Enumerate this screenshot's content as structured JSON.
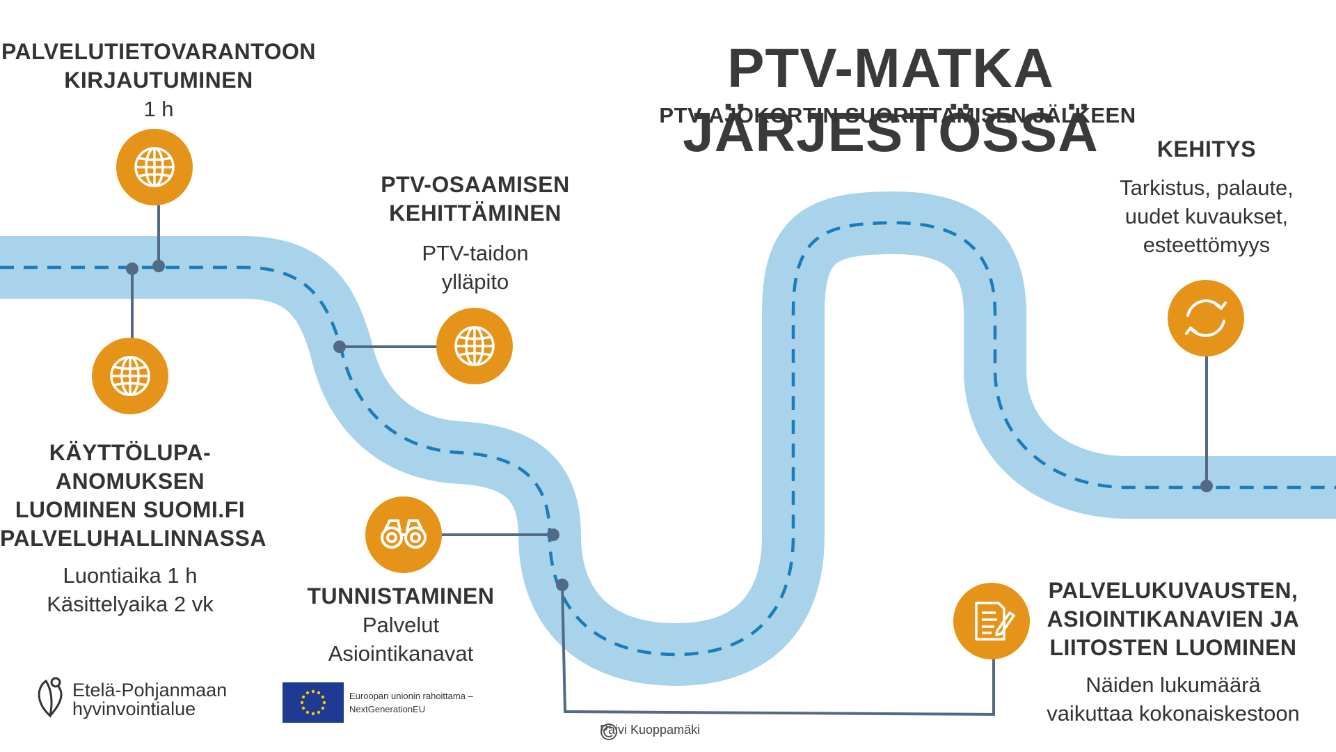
{
  "title": "PTV-MATKA JÄRJESTÖSSÄ",
  "subtitle": "PTV-AJOKORTIN SUORITTAMISEN JÄLKEEN",
  "milestones": {
    "login": {
      "heading": [
        "PALVELUTIETOVARANTOON",
        "KIRJAUTUMINEN"
      ],
      "body": [
        "1 h"
      ],
      "icon": "globe-icon"
    },
    "permit": {
      "heading": [
        "KÄYTTÖLUPA-",
        "ANOMUKSEN",
        "LUOMINEN SUOMI.FI",
        "PALVELUHALLINNASSA"
      ],
      "body": [
        "Luontiaika 1 h",
        "Käsittelyaika 2 vk"
      ],
      "icon": "globe-icon"
    },
    "skills": {
      "heading": [
        "PTV-OSAAMISEN",
        "KEHITTÄMINEN"
      ],
      "body": [
        "PTV-taidon",
        "ylläpito"
      ],
      "icon": "globe-icon"
    },
    "identify": {
      "heading": [
        "TUNNISTAMINEN"
      ],
      "body": [
        "Palvelut",
        "Asiointikanavat"
      ],
      "icon": "binoculars-icon"
    },
    "create": {
      "heading": [
        "PALVELUKUVAUSTEN,",
        "ASIOINTIKANAVIEN JA",
        "LIITOSTEN LUOMINEN"
      ],
      "body": [
        "Näiden lukumäärä",
        "vaikuttaa kokonaiskestoon"
      ],
      "icon": "document-edit-icon"
    },
    "develop": {
      "heading": [
        "KEHITYS"
      ],
      "body": [
        "Tarkistus, palaute,",
        "uudet kuvaukset,",
        "esteettömyys"
      ],
      "icon": "refresh-cycle-icon"
    }
  },
  "logos": {
    "ep_line1": "Etelä-Pohjanmaan",
    "ep_line2": "hyvinvointialue",
    "eu_line1": "Euroopan unionin rahoittama –",
    "eu_line2": "NextGenerationEU"
  },
  "copyright": "Päivi Kuoppamäki",
  "colors": {
    "road": "#a9d3ea",
    "dash": "#1b7cb8",
    "icon": "#e69419",
    "connector": "#516a86",
    "text": "#333333",
    "eu_blue": "#1f3a93",
    "eu_star": "#ffcc00"
  }
}
